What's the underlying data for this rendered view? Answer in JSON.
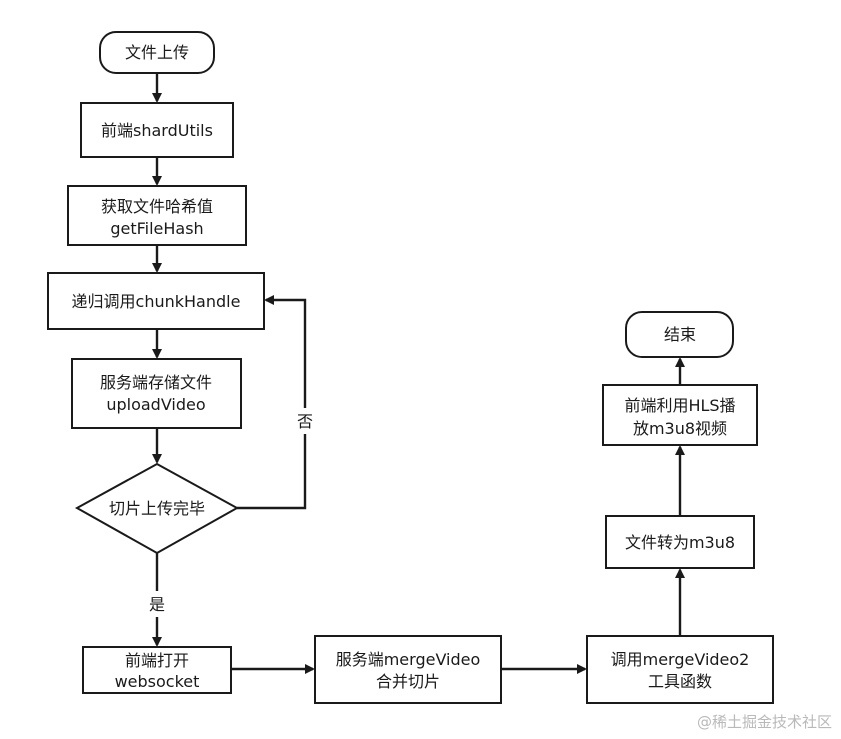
{
  "nodes": {
    "file_upload": "文件上传",
    "frontend_shardutils": "前端shardUtils",
    "get_hash_line1": "获取文件哈希值",
    "get_hash_line2": "getFileHash",
    "chunk_handle": "递归调用chunkHandle",
    "server_store_line1": "服务端存储文件",
    "server_store_line2": "uploadVideo",
    "decision": "切片上传完毕",
    "open_ws_line1": "前端打开",
    "open_ws_line2": "websocket",
    "merge_line1": "服务端mergeVideo",
    "merge_line2": "合并切片",
    "call_merge_line1": "调用mergeVideo2",
    "call_merge_line2": "工具函数",
    "convert": "文件转为m3u8",
    "play_line1": "前端利用HLS播",
    "play_line2": "放m3u8视频",
    "end": "结束"
  },
  "edge_labels": {
    "no": "否",
    "yes": "是"
  },
  "watermark": "@稀土掘金技术社区"
}
